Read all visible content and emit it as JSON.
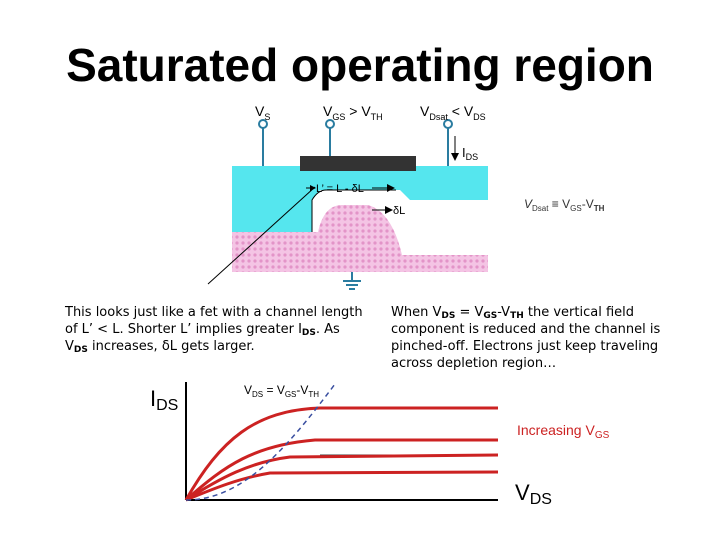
{
  "title": "Saturated operating region",
  "device": {
    "terminals": {
      "vs": {
        "main": "V",
        "sub": "S"
      },
      "vgs_cond": {
        "main": "V",
        "sub": "GS",
        "rel": " > V",
        "sub2": "TH"
      },
      "vds_cond": {
        "main": "V",
        "sub": "Dsat",
        "rel": " < V",
        "sub2": "DS"
      }
    },
    "ids": {
      "main": "I",
      "sub": "DS"
    },
    "channel_length_label": "L’ = L - δL",
    "delta_l_label": "δL",
    "vdsat_eq": {
      "main": "V",
      "sub": "Dsat",
      "rel": " ≡ V",
      "sub2": "GS",
      "tail": "-V",
      "sub3": "TH"
    }
  },
  "left_text": {
    "p1": "This looks just like a fet with a channel length of L’ < L. Shorter L’ implies greater I",
    "s1": "DS",
    "p2": ". As V",
    "s2": "DS",
    "p3": " increases, δL gets larger."
  },
  "right_text": {
    "p1": "When V",
    "s1": "DS",
    "p2": " = V",
    "s2": "GS",
    "p3": "-V",
    "s3": "TH",
    "p4": " the vertical field component is reduced and the channel is pinched-off. Electrons just keep traveling across depletion region…"
  },
  "graph": {
    "y_axis": {
      "main": "I",
      "sub": "DS"
    },
    "x_axis": {
      "main": "V",
      "sub": "DS"
    },
    "boundary_label": {
      "main": "V",
      "sub": "DS",
      "eq": " = V",
      "sub2": "GS",
      "tail": "-V",
      "sub3": "TH"
    },
    "trend_label": {
      "main": "Increasing V",
      "sub": "GS"
    },
    "colors": {
      "curve": "#cc2222",
      "trend_label": "#cc2222",
      "boundary": "#3a4fa0",
      "axis": "#000000"
    }
  },
  "colors": {
    "oxide_region": "#55e6ee",
    "gate": "#333333",
    "depletion": "#f2b6dc",
    "terminal": "#2a7ca0"
  }
}
